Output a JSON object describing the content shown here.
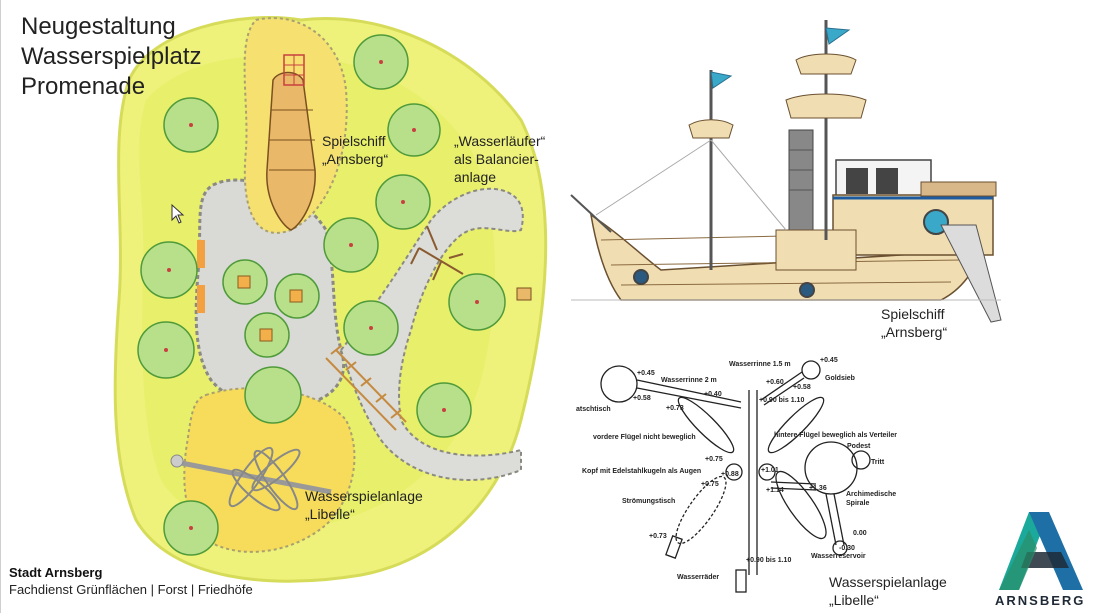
{
  "title": {
    "line1": "Neugestaltung",
    "line2": "Wasserspielplatz",
    "line3": "Promenade"
  },
  "plan_labels": {
    "ship": {
      "line1": "Spielschiff",
      "line2": "„Arnsberg“"
    },
    "walker": {
      "line1": "„Wasserläufer“",
      "line2": "als Balancier-",
      "line3": "anlage"
    },
    "dragonfly": {
      "line1": "Wasserspielanlage",
      "line2": "„Libelle“"
    }
  },
  "ship_caption": {
    "line1": "Spielschiff",
    "line2": "„Arnsberg“"
  },
  "dragonfly_caption": {
    "line1": "Wasserspielanlage",
    "line2": "„Libelle“"
  },
  "diagram_labels": {
    "l1": "Wasserrinne 1.5 m",
    "l2": "+0.45",
    "l3": "Goldsieb",
    "l4": "+0.60",
    "l5": "+0.58",
    "l6": "+0.90 bis 1.10",
    "l7": "+0.45",
    "l8": "Wasserrinne 2 m",
    "l9": "+0.58",
    "l10": "+0.40",
    "l11": "+0.73",
    "l12": "atschtisch",
    "l13": "vordere Flügel nicht beweglich",
    "l14": "hintere Flügel beweglich als Verteiler",
    "l15": "Podest",
    "l16": "Tritt",
    "l17": "+0.75",
    "l18": "+0.88",
    "l19": "+1.01",
    "l20": "Kopf mit Edelstahlkugeln als Augen",
    "l21": "+0.75",
    "l22": "+1.14",
    "l23": "+1.36",
    "l24": "Archimedische",
    "l25": "Spirale",
    "l26": "Strömungstisch",
    "l27": "0.00",
    "l28": "+0.73",
    "l29": "-0.30",
    "l30": "+0.90 bis 1.10",
    "l31": "Wasserreservoir",
    "l32": "Wasserräder"
  },
  "footer": {
    "org": "Stadt Arnsberg",
    "dept": "Fachdienst Grünflächen | Forst | Friedhöfe"
  },
  "logo": {
    "text": "ARNSBERG"
  },
  "colors": {
    "grass": "#e8ef6a",
    "lily": "#9fd36a",
    "sand": "#d8d8d8",
    "water_sand": "#f6e070",
    "ship_wood": "#e9c27a",
    "flag": "#3aa9c9",
    "logo_teal": "#1aa99a",
    "logo_blue": "#1d6fa5",
    "logo_dark": "#1f2a36"
  }
}
